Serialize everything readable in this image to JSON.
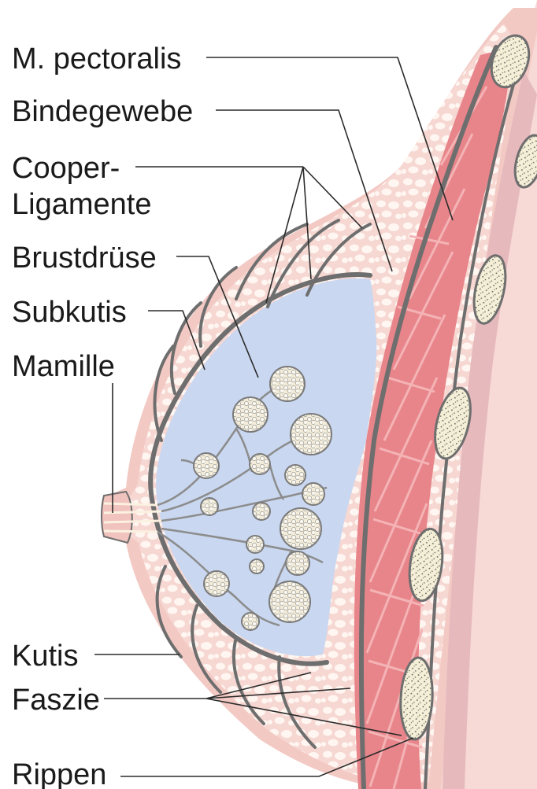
{
  "labels": {
    "pectoralis": "M. pectoralis",
    "bindegewebe": "Bindegewebe",
    "cooper_1": "Cooper-",
    "cooper_2": "Ligamente",
    "brustdruese": "Brustdrüse",
    "subkutis": "Subkutis",
    "mamille": "Mamille",
    "kutis": "Kutis",
    "faszie": "Faszie",
    "rippen": "Rippen"
  },
  "colors": {
    "skin": "#f5d6d2",
    "fat": "#f8e2df",
    "fat_lobule": "#fff6f1",
    "gland": "#c9d7f0",
    "muscle": "#e8858a",
    "muscle_dark": "#d9666e",
    "tissue_line": "#6e6e6e",
    "rib": "#f4efd6",
    "body_wall": "#f7d9d6"
  }
}
